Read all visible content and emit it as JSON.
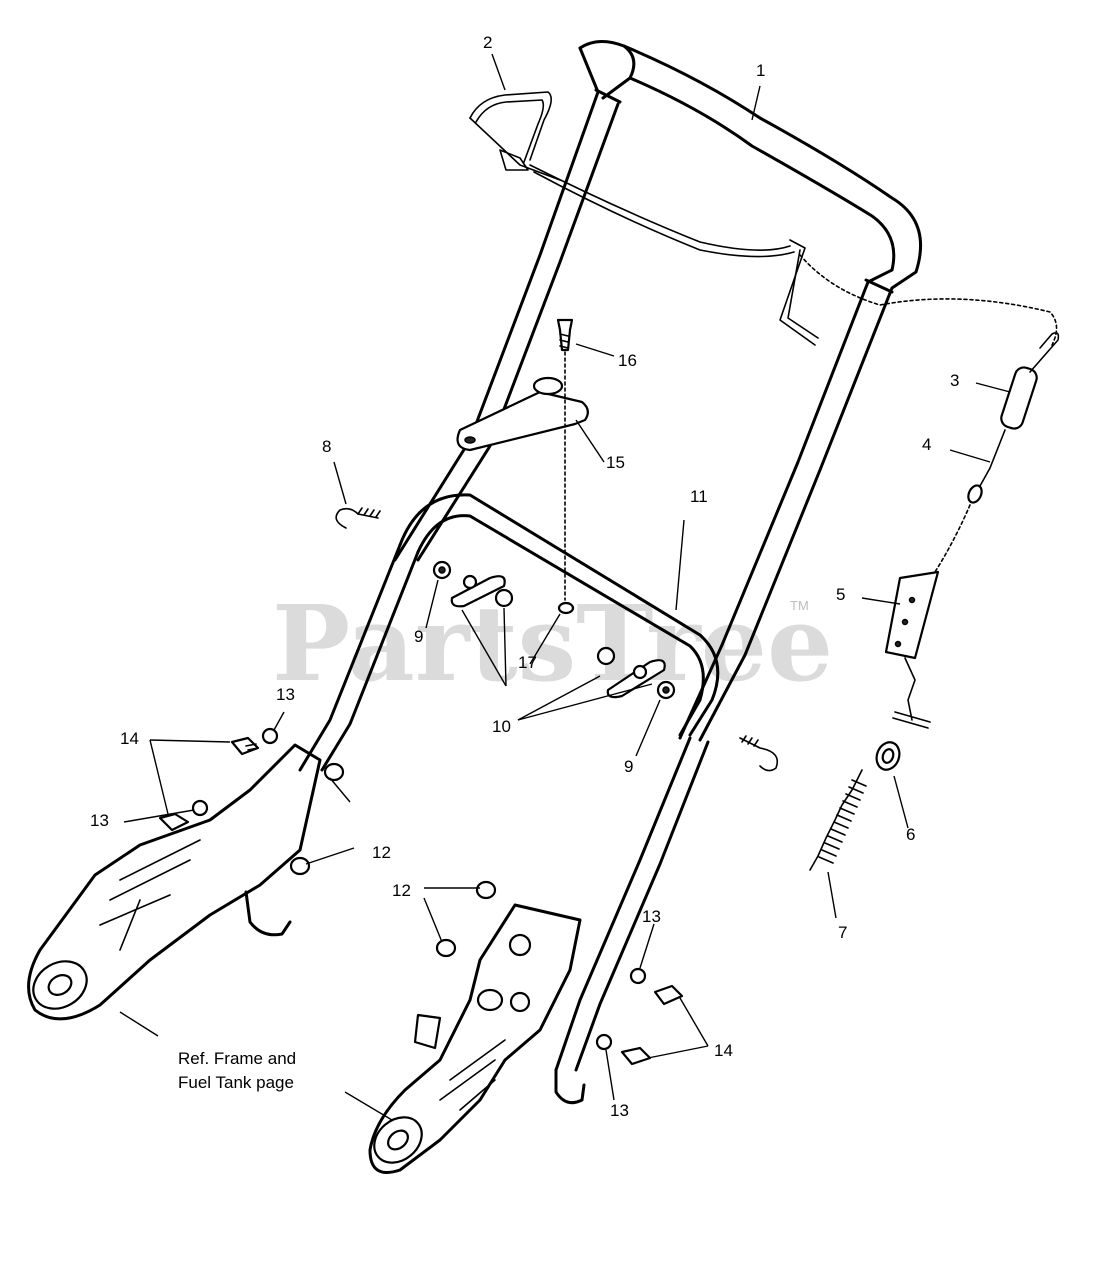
{
  "diagram": {
    "watermark": "PartsTree",
    "watermark_mark": "TM",
    "reference_note_lines": [
      "Ref. Frame and",
      "Fuel Tank page"
    ],
    "callouts": [
      {
        "id": "c1",
        "label": "1"
      },
      {
        "id": "c2",
        "label": "2"
      },
      {
        "id": "c3",
        "label": "3"
      },
      {
        "id": "c4",
        "label": "4"
      },
      {
        "id": "c5",
        "label": "5"
      },
      {
        "id": "c6",
        "label": "6"
      },
      {
        "id": "c7",
        "label": "7"
      },
      {
        "id": "c8",
        "label": "8"
      },
      {
        "id": "c9a",
        "label": "9"
      },
      {
        "id": "c9b",
        "label": "9"
      },
      {
        "id": "c10",
        "label": "10"
      },
      {
        "id": "c11",
        "label": "11"
      },
      {
        "id": "c12a",
        "label": "12"
      },
      {
        "id": "c12b",
        "label": "12"
      },
      {
        "id": "c13a",
        "label": "13"
      },
      {
        "id": "c13b",
        "label": "13"
      },
      {
        "id": "c13c",
        "label": "13"
      },
      {
        "id": "c13d",
        "label": "13"
      },
      {
        "id": "c14a",
        "label": "14"
      },
      {
        "id": "c14b",
        "label": "14"
      },
      {
        "id": "c15",
        "label": "15"
      },
      {
        "id": "c16",
        "label": "16"
      },
      {
        "id": "c17",
        "label": "17"
      }
    ]
  }
}
